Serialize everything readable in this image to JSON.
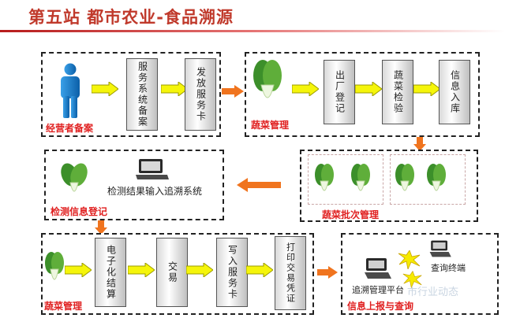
{
  "title": "第五站 都市农业-食品溯源",
  "box1": {
    "label": "经营者备案",
    "steps": [
      "服务系统备案",
      "发放服务卡"
    ]
  },
  "box2": {
    "label": "蔬菜管理",
    "steps": [
      "出厂登记",
      "蔬菜检验",
      "信息入库"
    ]
  },
  "box3": {
    "label": "蔬菜批次管理"
  },
  "box4": {
    "label": "检测信息登记",
    "caption": "检测结果输入追溯系统"
  },
  "box5": {
    "label": "蔬菜管理",
    "steps": [
      "电子化结算",
      "交易",
      "写入服务卡",
      "打印交易凭证"
    ]
  },
  "box6": {
    "label": "信息上报与查询",
    "platform": "追溯管理平台",
    "terminal": "查询终端"
  },
  "watermark": "市行业动态"
}
